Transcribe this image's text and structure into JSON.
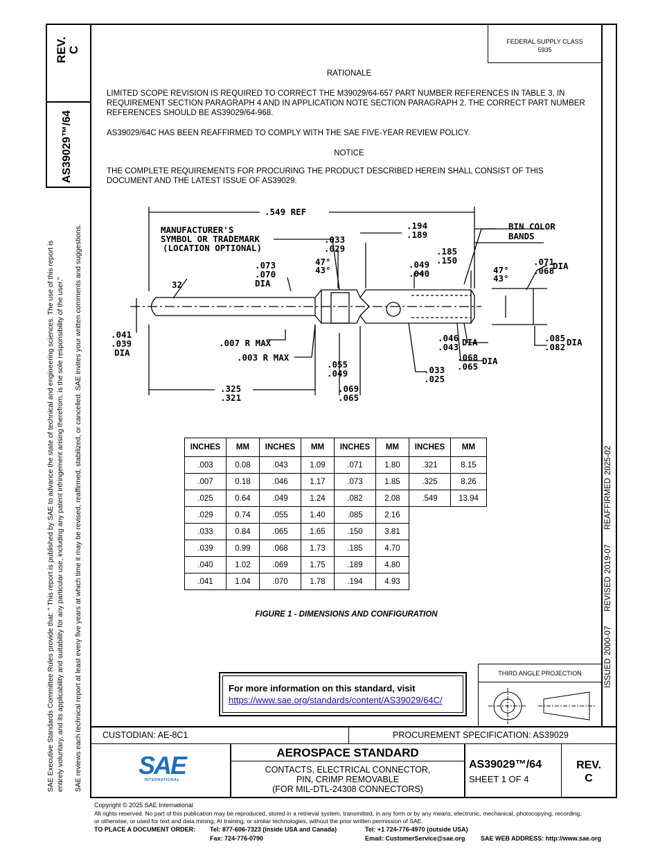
{
  "sidebar": {
    "rev_label": "REV.",
    "rev_value": "C",
    "doc_number": "AS39029™/64",
    "disclaimer_line1": "SAE Executive Standards Committee Rules provide that: \"  This report is published by SAE to advance the state of technical and engineering sciences. The use of this report is",
    "disclaimer_line2": "entirely voluntary, and its applicability and suitability for any particular use, including any patent infringement arising therefrom, is the sole responsibility of the user.\"",
    "disclaimer_line3": "SAE reviews each technical report at least every five years at which time it may be revised, reaffirmed, stabilized, or cancelled. SAE invites your written comments and suggestions."
  },
  "header": {
    "federal_supply_class_label": "FEDERAL SUPPLY CLASS",
    "federal_supply_class_value": "5935"
  },
  "rationale": {
    "heading": "RATIONALE",
    "paragraph1": "LIMITED SCOPE REVISION IS REQUIRED TO CORRECT THE M39029/64-657 PART NUMBER REFERENCES IN TABLE 3, IN REQUIREMENT SECTION PARAGRAPH 4 AND IN APPLICATION NOTE SECTION PARAGRAPH 2. THE CORRECT PART NUMBER REFERENCES SHOULD BE AS39029/64-968.",
    "paragraph2": "AS39029/64C HAS BEEN REAFFIRMED TO COMPLY WITH THE SAE FIVE-YEAR REVIEW POLICY."
  },
  "notice": {
    "heading": "NOTICE",
    "paragraph": "THE COMPLETE REQUIREMENTS FOR PROCURING THE PRODUCT DESCRIBED HEREIN SHALL CONSIST OF THIS DOCUMENT AND THE LATEST ISSUE OF AS39029."
  },
  "drawing": {
    "labels": {
      "ref_549": ".549 REF",
      "mfr1": "MANUFACTURER'S",
      "mfr2": "SYMBOL OR TRADEMARK",
      "mfr3": "(LOCATION OPTIONAL)",
      "d033": ".033",
      "d029": ".029",
      "d194": ".194",
      "d189": ".189",
      "bin1": "BIN COLOR",
      "bin2": "BANDS",
      "d185": ".185",
      "d150": ".150",
      "d073": ".073",
      "d070": ".070",
      "dia": "DIA",
      "a47": "47°",
      "a43": "43°",
      "d049": ".049",
      "d040": ".040",
      "d071": ".071",
      "d068": ".068",
      "n32": "32",
      "d041": ".041",
      "d039": ".039",
      "r007": ".007 R MAX",
      "r003": ".003 R MAX",
      "d046": ".046",
      "d043": ".043",
      "d085": ".085",
      "d082": ".082",
      "d068b": ".068",
      "d065": ".065",
      "d055": ".055",
      "d049b": ".049",
      "d033b": ".033",
      "d025": ".025",
      "d325": ".325",
      "d321": ".321",
      "d069": ".069",
      "d065b": ".065"
    }
  },
  "table": {
    "headers": [
      "INCHES",
      "MM",
      "INCHES",
      "MM",
      "INCHES",
      "MM",
      "INCHES",
      "MM"
    ],
    "rows": [
      [
        ".003",
        "0.08",
        ".043",
        "1.09",
        ".071",
        "1.80",
        ".321",
        "8.15"
      ],
      [
        ".007",
        "0.18",
        ".046",
        "1.17",
        ".073",
        "1.85",
        ".325",
        "8.26"
      ],
      [
        ".025",
        "0.64",
        ".049",
        "1.24",
        ".082",
        "2.08",
        ".549",
        "13.94"
      ],
      [
        ".029",
        "0.74",
        ".055",
        "1.40",
        ".085",
        "2.16",
        "",
        ""
      ],
      [
        ".033",
        "0.84",
        ".065",
        "1.65",
        ".150",
        "3.81",
        "",
        ""
      ],
      [
        ".039",
        "0.99",
        ".068",
        "1.73",
        ".185",
        "4.70",
        "",
        ""
      ],
      [
        ".040",
        "1.02",
        ".069",
        "1.75",
        ".189",
        "4.80",
        "",
        ""
      ],
      [
        ".041",
        "1.04",
        ".070",
        "1.78",
        ".194",
        "4.93",
        "",
        ""
      ]
    ]
  },
  "figure_caption": "FIGURE 1 - DIMENSIONS AND CONFIGURATION",
  "dates": {
    "issued": "ISSUED 2000-07",
    "revised": "REVISED 2019-07",
    "reaffirmed": "REAFFIRMED 2025-02"
  },
  "info_box": {
    "text": "For more information on this standard, visit",
    "link": "https://www.sae.org/standards/content/AS39029/64C/"
  },
  "third_angle": "THIRD ANGLE PROJECTION",
  "title_block": {
    "custodian": "CUSTODIAN: AE-8C1",
    "procurement": "PROCUREMENT SPECIFICATION: AS39029",
    "logo_text": "SAE",
    "logo_sub": "INTERNATIONAL",
    "standard_type": "AEROSPACE STANDARD",
    "title_line1": "CONTACTS, ELECTRICAL CONNECTOR,",
    "title_line2": "PIN, CRIMP REMOVABLE",
    "title_line3": "(FOR MIL-DTL-24308 CONNECTORS)",
    "doc_number": "AS39029™/64",
    "sheet": "SHEET 1 OF 4",
    "rev_label": "REV.",
    "rev_value": "C"
  },
  "footer": {
    "copyright": "Copyright © 2025 SAE International",
    "rights1": "All rights reserved. No part of this publication may be reproduced, stored in a retrieval system, transmitted, in any form or by any means, electronic, mechanical, photocopying, recording,",
    "rights2": "or otherwise, or used for text and data mining, AI training, or similar technologies, without the prior written permission of SAE.",
    "order_label": "TO PLACE A DOCUMENT ORDER:",
    "tel_usa": "Tel:  877-606-7323 (inside USA and Canada)",
    "tel_outside": "Tel:  +1 724-776-4970 (outside USA)",
    "fax": "Fax:  724-776-0790",
    "email": "Email:  CustomerService@sae.org",
    "web": "SAE WEB ADDRESS:  http://www.sae.org"
  }
}
